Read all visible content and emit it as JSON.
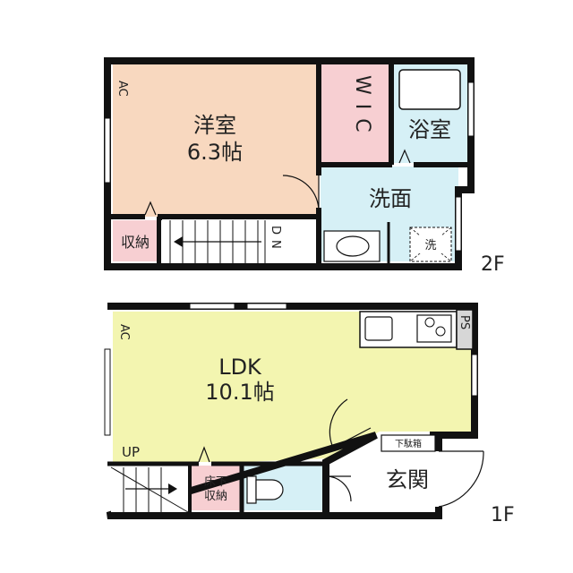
{
  "colors": {
    "wall": "#111111",
    "western_room": "#f8d8bf",
    "ldk": "#f3f5b0",
    "wic": "#f7cfd2",
    "bath": "#d6f0f6",
    "washroom": "#d6f0f6",
    "storage": "#f7cfd2",
    "toilet": "#d6f0f6",
    "entrance": "#ffffff"
  },
  "floor2": {
    "label": "2F",
    "western_room": {
      "name": "洋室",
      "size": "6.3帖"
    },
    "ac": "AC",
    "wic": "WIC",
    "bath": "浴室",
    "washroom": "洗面",
    "washer": "洗",
    "storage": "収納",
    "stairs_dn": "DN"
  },
  "floor1": {
    "label": "1F",
    "ldk": {
      "name": "LDK",
      "size": "10.1帖"
    },
    "ac": "AC",
    "ps": "PS",
    "stairs_up": "UP",
    "underfloor_storage_1": "床下",
    "underfloor_storage_2": "収納",
    "shoe_box": "下駄箱",
    "entrance": "玄関"
  }
}
